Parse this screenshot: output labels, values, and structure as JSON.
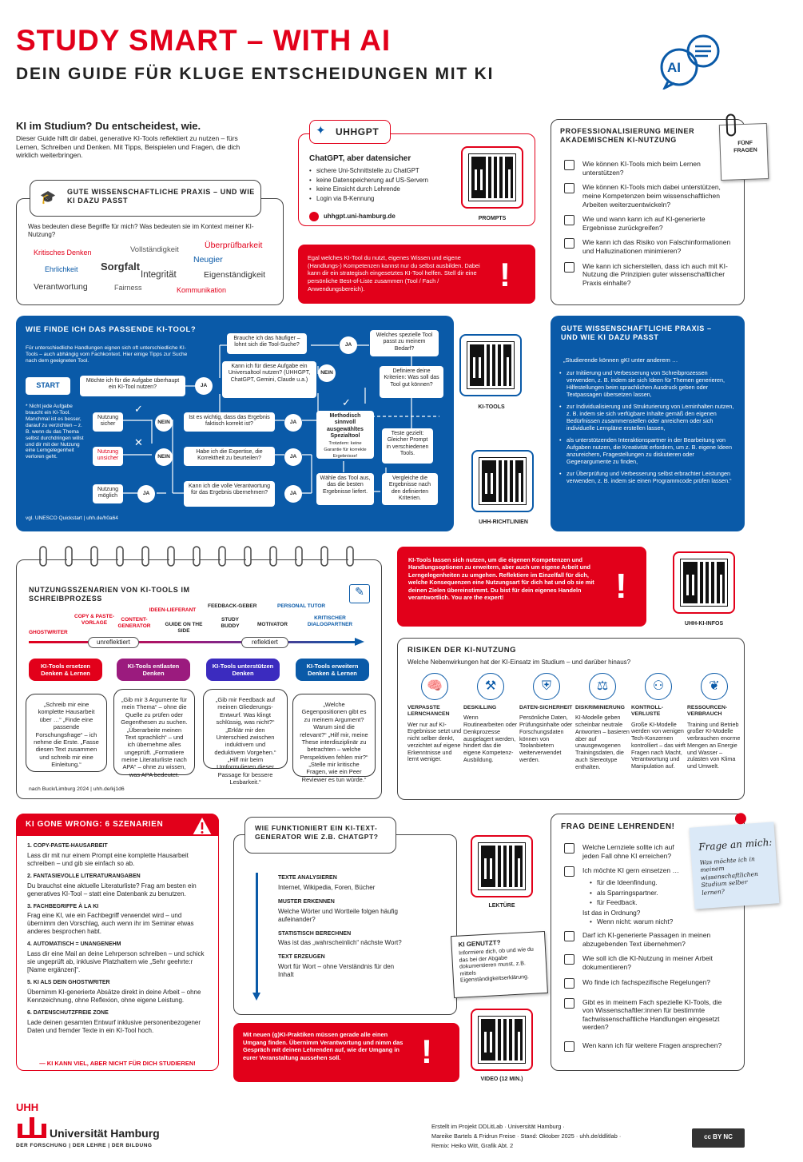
{
  "header": {
    "title": "STUDY SMART – WITH AI",
    "subtitle": "DEIN GUIDE FÜR KLUGE ENTSCHEIDUNGEN MIT KI",
    "ai_badge": "AI"
  },
  "intro": {
    "heading": "KI im Studium? Du entscheidest, wie.",
    "text": "Dieser Guide hilft dir dabei, generative KI-Tools reflektiert zu nutzen – fürs Lernen, Schreiben und Denken. Mit Tipps, Beispielen und Fragen, die dich wirklich weiterbringen."
  },
  "gwp": {
    "title": "GUTE WISSENSCHAFTLICHE PRAXIS – UND WIE KI DAZU PASST",
    "question": "Was bedeuten diese Begriffe für mich? Was bedeuten sie im Kontext meiner KI-Nutzung?",
    "words": [
      "Kritisches Denken",
      "Vollständigkeit",
      "Überprüfbarkeit",
      "Ehrlichkeit",
      "Sorgfalt",
      "Neugier",
      "Integrität",
      "Eigenständigkeit",
      "Verantwortung",
      "Fairness",
      "Kommunikation"
    ]
  },
  "uhhgpt": {
    "title": "UHHGPT",
    "sub": "ChatGPT, aber datensicher",
    "items": [
      "sichere Uni-Schnittstelle zu ChatGPT",
      "keine Datenspeicherung auf US-Servern",
      "keine Einsicht durch Lehrende",
      "Login via B-Kennung"
    ],
    "link": "uhhgpt.uni-hamburg.de",
    "qr_label": "PROMPTS"
  },
  "warn1": "Egal welches KI-Tool du nutzt, eigenes Wissen und eigene (Handlungs-) Kompetenzen kannst nur du selbst ausbilden. Dabei kann dir ein strategisch eingesetztes KI-Tool helfen. Stell dir eine persönliche Best-of-Liste zusammen (Tool / Fach / Anwendungsbereich).",
  "prof": {
    "title": "PROFESSIONALISIERUNG MEINER AKADEMISCHEN KI-NUTZUNG",
    "note": "FÜNF FRAGEN",
    "questions": [
      "Wie können KI-Tools mich beim Lernen unterstützen?",
      "Wie können KI-Tools mich dabei unterstützen, meine Kompetenzen beim wissenschaftlichen Arbeiten weiterzuentwickeln?",
      "Wie und wann kann ich auf KI-generierte Ergebnisse zurückgreifen?",
      "Wie kann ich das Risiko von Falschinformationen und Halluzinationen minimieren?",
      "Wie kann ich sicherstellen, dass ich auch mit KI-Nutzung die Prinzipien guter wissenschaftlicher Praxis einhalte?"
    ]
  },
  "flow": {
    "title": "WIE FINDE ICH DAS PASSENDE KI-TOOL?",
    "intro": "Für unterschiedliche Handlungen eignen sich oft unterschiedliche KI-Tools – auch abhängig vom Fachkontext. Hier einige Tipps zur Suche nach dem geeigneten Tool.",
    "start": "START",
    "q1": "Möchte ich für die Aufgabe überhaupt ein KI-Tool nutzen?",
    "note": "* Nicht jede Aufgabe braucht ein KI-Tool. Manchmal ist es besser, darauf zu verzichten – z. B. wenn du das Thema selbst durchdringen willst und dir mit der Nutzung eine Lerngelegenheit verloren geht.",
    "q_frequent": "Brauche ich das häufiger – lohnt sich die Tool-Suche?",
    "q_universal": "Kann ich für diese Aufgabe ein Universaltool nutzen? (UHHGPT, ChatGPT, Gemini, Claude u.a.)",
    "q_special": "Welches spezielle Tool passt zu meinem Bedarf?",
    "q_criteria": "Definiere deine Kriterien: Was soll das Tool gut können?",
    "q_correct": "Ist es wichtig, dass das Ergebnis faktisch korrekt ist?",
    "q_expertise": "Habe ich die Expertise, die Korrektheit zu beurteilen?",
    "q_responsibility": "Kann ich die volle Verantwortung für das Ergebnis übernehmen?",
    "u_safe": "Nutzung sicher",
    "u_unsafe": "Nutzung unsicher",
    "u_possible": "Nutzung möglich",
    "method": "Methodisch sinnvoll ausgewähltes Spezialtool",
    "method_note": "Trotzdem: keine Garantie für korrekte Ergebnisse!",
    "test": "Teste gezielt: Gleicher Prompt in verschiedenen Tools.",
    "choose": "Wähle das Tool aus, das die besten Ergebnisse liefert.",
    "compare": "Vergleiche die Ergebnisse nach den definierten Kriterien.",
    "ja": "JA",
    "nein": "NEIN",
    "source": "vgl. UNESCO Quickstart | uhh.de/h0a64",
    "qr1": "KI-TOOLS",
    "qr2": "UHH-RICHTLINIEN"
  },
  "gwp2": {
    "title": "GUTE WISSENSCHAFTLICHE PRAXIS – UND WIE KI DAZU PASST",
    "lead": "„Studierende können gKI unter anderem …",
    "items": [
      "zur Initiierung und Verbesserung von Schreibprozessen verwenden, z. B. indem sie sich Ideen für Themen generieren, Hilfestellungen beim sprachlichen Ausdruck geben oder Textpassagen übersetzen lassen,",
      "zur Individualisierung und Strukturierung von Lerninhalten nutzen, z. B. indem sie sich verfügbare Inhalte gemäß den eigenen Bedürfnissen zusammenstellen oder anreichern oder sich individuelle Lernpläne erstellen lassen,",
      "als unterstützenden Interaktionspartner in der Bearbeitung von Aufgaben nutzen, die Kreativität erfordern, um z. B. eigene Ideen anzureichern, Fragestellungen zu diskutieren oder Gegenargumente zu finden,",
      "zur Überprüfung und Verbesserung selbst erbrachter Leistungen verwenden, z. B. indem sie einen Programmcode prüfen lassen.“"
    ]
  },
  "szen": {
    "title": "NUTZUNGSSZENARIEN VON KI-TOOLS IM SCHREIBPROZESS",
    "roles": [
      "GHOSTWRITER",
      "COPY & PASTE-VORLAGE",
      "CONTENT-GENERATOR",
      "IDEEN-LIEFERANT",
      "GUIDE ON THE SIDE",
      "FEEDBACK-GEBER",
      "STUDY BUDDY",
      "MOTIVATOR",
      "PERSONAL TUTOR",
      "KRITISCHER DIALOGPARTNER"
    ],
    "unrefl": "unreflektiert",
    "refl": "reflektiert",
    "pills": [
      "KI-Tools ersetzen Denken & Lernen",
      "KI-Tools entlasten Denken",
      "KI-Tools unterstützen Denken",
      "KI-Tools erweitern Denken & Lernen"
    ],
    "bubbles": [
      "„Schreib mir eine komplette Hausarbeit über …“ „Finde eine passende Forschungsfrage“ – ich nehme die Erste. „Fasse diesen Text zusammen und schreib mir eine Einleitung.“",
      "„Gib mir 3 Argumente für mein Thema“ – ohne die Quelle zu prüfen oder Gegenthesen zu suchen. „Überarbeite meinen Text sprachlich“ – und ich übernehme alles ungeprüft. „Formatiere meine Literaturliste nach APA“ – ohne zu wissen, was APA bedeutet.",
      "„Gib mir Feedback auf meinen Gliederungs-Entwurf. Was klingt schlüssig, was nicht?“ „Erklär mir den Unterschied zwischen induktivem und deduktivem Vorgehen.“ „Hilf mir beim Umformulieren dieser Passage für bessere Lesbarkeit.“",
      "„Welche Gegenpositionen gibt es zu meinem Argument? Warum sind die relevant?“ „Hilf mir, meine These interdisziplinär zu betrachten – welche Perspektiven fehlen mir?“ „Stelle mir kritische Fragen, wie ein Peer Reviewer es tun würde.“"
    ],
    "source": "nach Buck/Limburg 2024 | uhh.de/kj1d6"
  },
  "warn2": "KI-Tools lassen sich nutzen, um die eigenen Kompetenzen und Handlungsoptionen zu erweitern, aber auch um eigene Arbeit und Lerngelegenheiten zu umgehen. Reflektiere im Einzelfall für dich, welche Konsequenzen eine Nutzungsart für dich hat und ob sie mit deinen Zielen übereinstimmt. Du bist für dein eigenes Handeln verantwortlich. You are the expert!",
  "qr_infos": "UHH-KI-INFOS",
  "risks": {
    "title": "RISIKEN DER KI-NUTZUNG",
    "sub": "Welche Nebenwirkungen hat der KI-Einsatz im Studium – und darüber hinaus?",
    "items": [
      {
        "t": "VERPASSTE LERNCHANCEN",
        "d": "Wer nur auf KI-Ergebnisse setzt und nicht selber denkt, verzichtet auf eigene Erkenntnisse und lernt weniger."
      },
      {
        "t": "DESKILLING",
        "d": "Wenn Routinearbeiten oder Denkprozesse ausgelagert werden, hindert das die eigene Kompetenz-Ausbildung."
      },
      {
        "t": "DATEN-SICHERHEIT",
        "d": "Persönliche Daten, Prüfungsinhalte oder Forschungsdaten können von Toolanbietern weiterverwendet werden."
      },
      {
        "t": "DISKRIMINIERUNG",
        "d": "KI-Modelle geben scheinbar neutrale Antworten – basieren aber auf unausgewogenen Trainingsdaten, die auch Stereotype enthalten."
      },
      {
        "t": "KONTROLL-VERLUSTE",
        "d": "Große KI-Modelle werden von wenigen Tech-Konzernen kontrolliert – das wirft Fragen nach Macht, Verantwortung und Manipulation auf."
      },
      {
        "t": "RESSOURCEN-VERBRAUCH",
        "d": "Training und Betrieb großer KI-Modelle verbrauchen enorme Mengen an Energie und Wasser – zulasten von Klima und Umwelt."
      }
    ]
  },
  "wrong": {
    "title": "KI GONE WRONG: 6 SZENARIEN",
    "items": [
      {
        "t": "1. COPY-PASTE-HAUSARBEIT",
        "d": "Lass dir mit nur einem Prompt eine komplette Hausarbeit schreiben – und gib sie einfach so ab."
      },
      {
        "t": "2. FANTASIEVOLLE LITERATURANGABEN",
        "d": "Du brauchst eine aktuelle Literaturliste? Frag am besten ein generatives KI-Tool – statt eine Datenbank zu benutzen."
      },
      {
        "t": "3. FACHBEGRIFFE À LA KI",
        "d": "Frag eine KI, wie ein Fachbegriff verwendet wird – und übernimm den Vorschlag, auch wenn ihr im Seminar etwas anderes besprochen habt."
      },
      {
        "t": "4. AUTOMATISCH = UNANGENEHM",
        "d": "Lass dir eine Mail an deine Lehrperson schreiben – und schick sie ungeprüft ab, inklusive Platzhaltern wie „Sehr geehrte:r [Name ergänzen]“."
      },
      {
        "t": "5. KI ALS DEIN GHOSTWRITER",
        "d": "Übernimm KI-generierte Absätze direkt in deine Arbeit – ohne Kennzeichnung, ohne Reflexion, ohne eigene Leistung."
      },
      {
        "t": "6. DATENSCHUTZFREIE ZONE",
        "d": "Lade deinen gesamten Entwurf inklusive personenbezogener Daten und fremder Texte in ein KI-Tool hoch."
      }
    ],
    "footer": "KI KANN VIEL, ABER NICHT FÜR DICH STUDIEREN!"
  },
  "textgen": {
    "title": "WIE FUNKTIONIERT EIN KI-TEXT-GENERATOR WIE Z.B. CHATGPT?",
    "steps": [
      {
        "t": "TEXTE ANALYSIEREN",
        "d": "Internet, Wikipedia, Foren, Bücher"
      },
      {
        "t": "MUSTER ERKENNEN",
        "d": "Welche Wörter und Wortteile folgen häufig aufeinander?"
      },
      {
        "t": "STATISTISCH BERECHNEN",
        "d": "Was ist das „wahrscheinlich“ nächste Wort?"
      },
      {
        "t": "TEXT ERZEUGEN",
        "d": "Wort für Wort – ohne Verständnis für den Inhalt"
      }
    ],
    "qr1": "LEKTÜRE",
    "qr2": "VIDEO (12 MIN.)"
  },
  "genutzt": {
    "title": "KI GENUTZT?",
    "text": "Informiere dich, ob und wie du das bei der Abgabe dokumentieren musst, z.B. mittels Eigenständigkeitserklärung."
  },
  "warn3": "Mit neuen (g)KI-Praktiken müssen gerade alle einen Umgang finden. Übernimm Verantwortung und nimm das Gespräch mit deinen Lehrenden auf, wie der Umgang in eurer Veranstaltung aussehen soll.",
  "ask": {
    "title": "FRAG DEINE LEHRENDEN!",
    "note_title": "Frage an mich:",
    "note_text": "Was möchte ich in meinem wissenschaftlichen Studium selber lernen?",
    "q1": "Welche Lernziele sollte ich auf jeden Fall ohne KI erreichen?",
    "q2": "Ich möchte KI gern einsetzen …",
    "q2_sub": [
      "für die Ideenfindung.",
      "als Sparringspartner.",
      "für Feedback."
    ],
    "q2_b": "Ist das in Ordnung?",
    "q2_c": "Wenn nicht: warum nicht?",
    "q3": "Darf ich KI-generierte Passagen in meinen abzugebenden Text übernehmen?",
    "q4": "Wie soll ich die KI-Nutzung in meiner Arbeit dokumentieren?",
    "q5": "Wo finde ich fachspezifische Regelungen?",
    "q6": "Gibt es in meinem Fach spezielle KI-Tools, die von Wissenschaftler:innen für bestimmte fachwissenschaftliche Handlungen eingesetzt werden?",
    "q7": "Wen kann ich für weitere Fragen ansprechen?"
  },
  "footer": {
    "uni": "Universität Hamburg",
    "tagline": "DER FORSCHUNG | DER LEHRE | DER BILDUNG",
    "logo": "UHH",
    "credit1": "Erstellt im Projekt DDLitLab · Universität Hamburg ·",
    "credit2": "Mareike Bartels & Fridrun Freise · Stand: Oktober 2025 · uhh.de/ddlitlab ·",
    "credit3": "Remix: Heiko Witt, Grafik Abt. 2",
    "cc": "cc BY NC"
  }
}
